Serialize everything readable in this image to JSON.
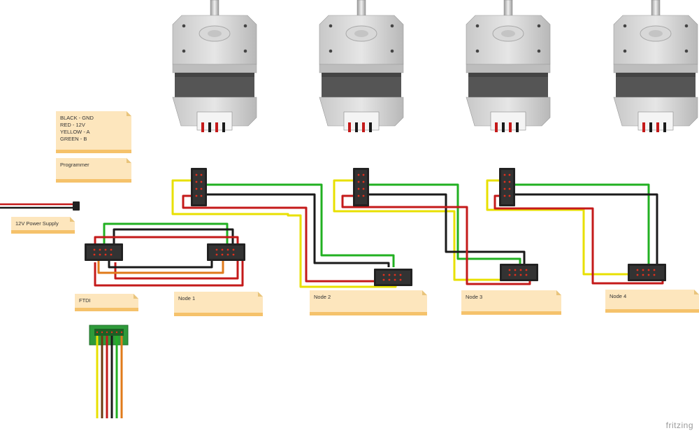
{
  "notes": {
    "wire_legend": [
      "BLACK - GND",
      "RED - 12V",
      "YELLOW - A",
      "GREEN - B"
    ],
    "programmer": "Programmer",
    "power_supply": "12V Power Supply",
    "ftdi": "FTDI",
    "node1": "Node 1",
    "node2": "Node 2",
    "node3": "Node 3",
    "node4": "Node 4"
  },
  "brand": "fritzing",
  "colors": {
    "gnd": "#1a1a1a",
    "v12": "#c41a1a",
    "a": "#e8e000",
    "b": "#22b022",
    "orange": "#e07a1a",
    "brown": "#6b3a10",
    "note_bg": "#fde6bd",
    "note_border": "#f5c26b"
  },
  "icons": [
    "stepper-motor-icon",
    "header-connector-icon",
    "ftdi-board-icon",
    "power-plug-icon"
  ]
}
